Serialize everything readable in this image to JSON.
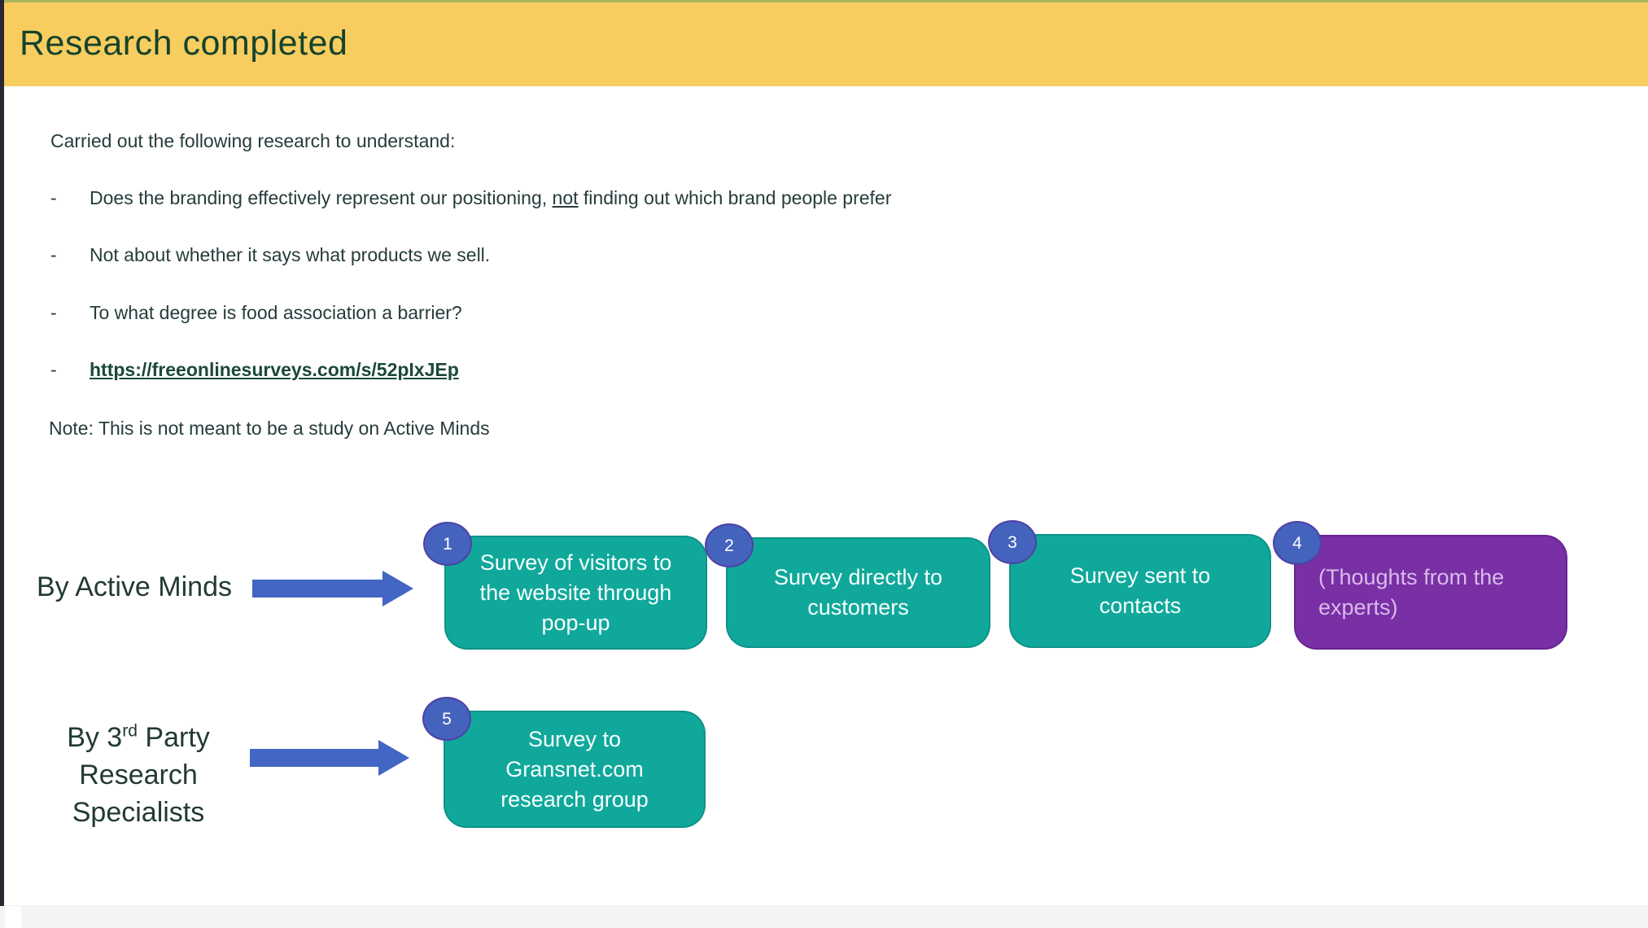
{
  "header": {
    "title": "Research completed"
  },
  "content": {
    "intro": "Carried out the following research to understand:",
    "bullet_marker": "-",
    "bullets": [
      {
        "pre": "Does the branding effectively represent our positioning, ",
        "emph": "not",
        "post": " finding out which brand people prefer"
      },
      {
        "pre": "Not about whether it says what products we sell.",
        "emph": "",
        "post": ""
      },
      {
        "pre": "To what degree is food association a barrier?",
        "emph": "",
        "post": ""
      }
    ],
    "link": {
      "text": "https://freeonlinesurveys.com/s/52pIxJEp"
    },
    "note": "Note: This is not meant to be a study on Active Minds"
  },
  "diagram": {
    "row1_label": "By Active Minds",
    "row2_label": {
      "line1_pre": "By 3",
      "line1_sup": "rd",
      "line1_post": " Party",
      "line2": "Research",
      "line3": "Specialists"
    },
    "boxes": [
      {
        "num": "1",
        "text": "Survey of visitors to the website through pop-up"
      },
      {
        "num": "2",
        "text": "Survey directly to customers"
      },
      {
        "num": "3",
        "text": "Survey sent to contacts"
      },
      {
        "num": "4",
        "text": "(Thoughts from the experts)"
      },
      {
        "num": "5",
        "text": "Survey to Gransnet.com research group"
      }
    ]
  },
  "colors": {
    "header_bg": "#f8cd5f",
    "header_text": "#15432c",
    "body_text": "#263c3b",
    "link_text": "#1c4839",
    "teal_box": "#10a89b",
    "purple_box": "#7930a4",
    "purple_box_text": "#d9baec",
    "badge_blue": "#4463bd",
    "arrow_blue": "#4365c4",
    "box_text": "#f7fffd"
  }
}
